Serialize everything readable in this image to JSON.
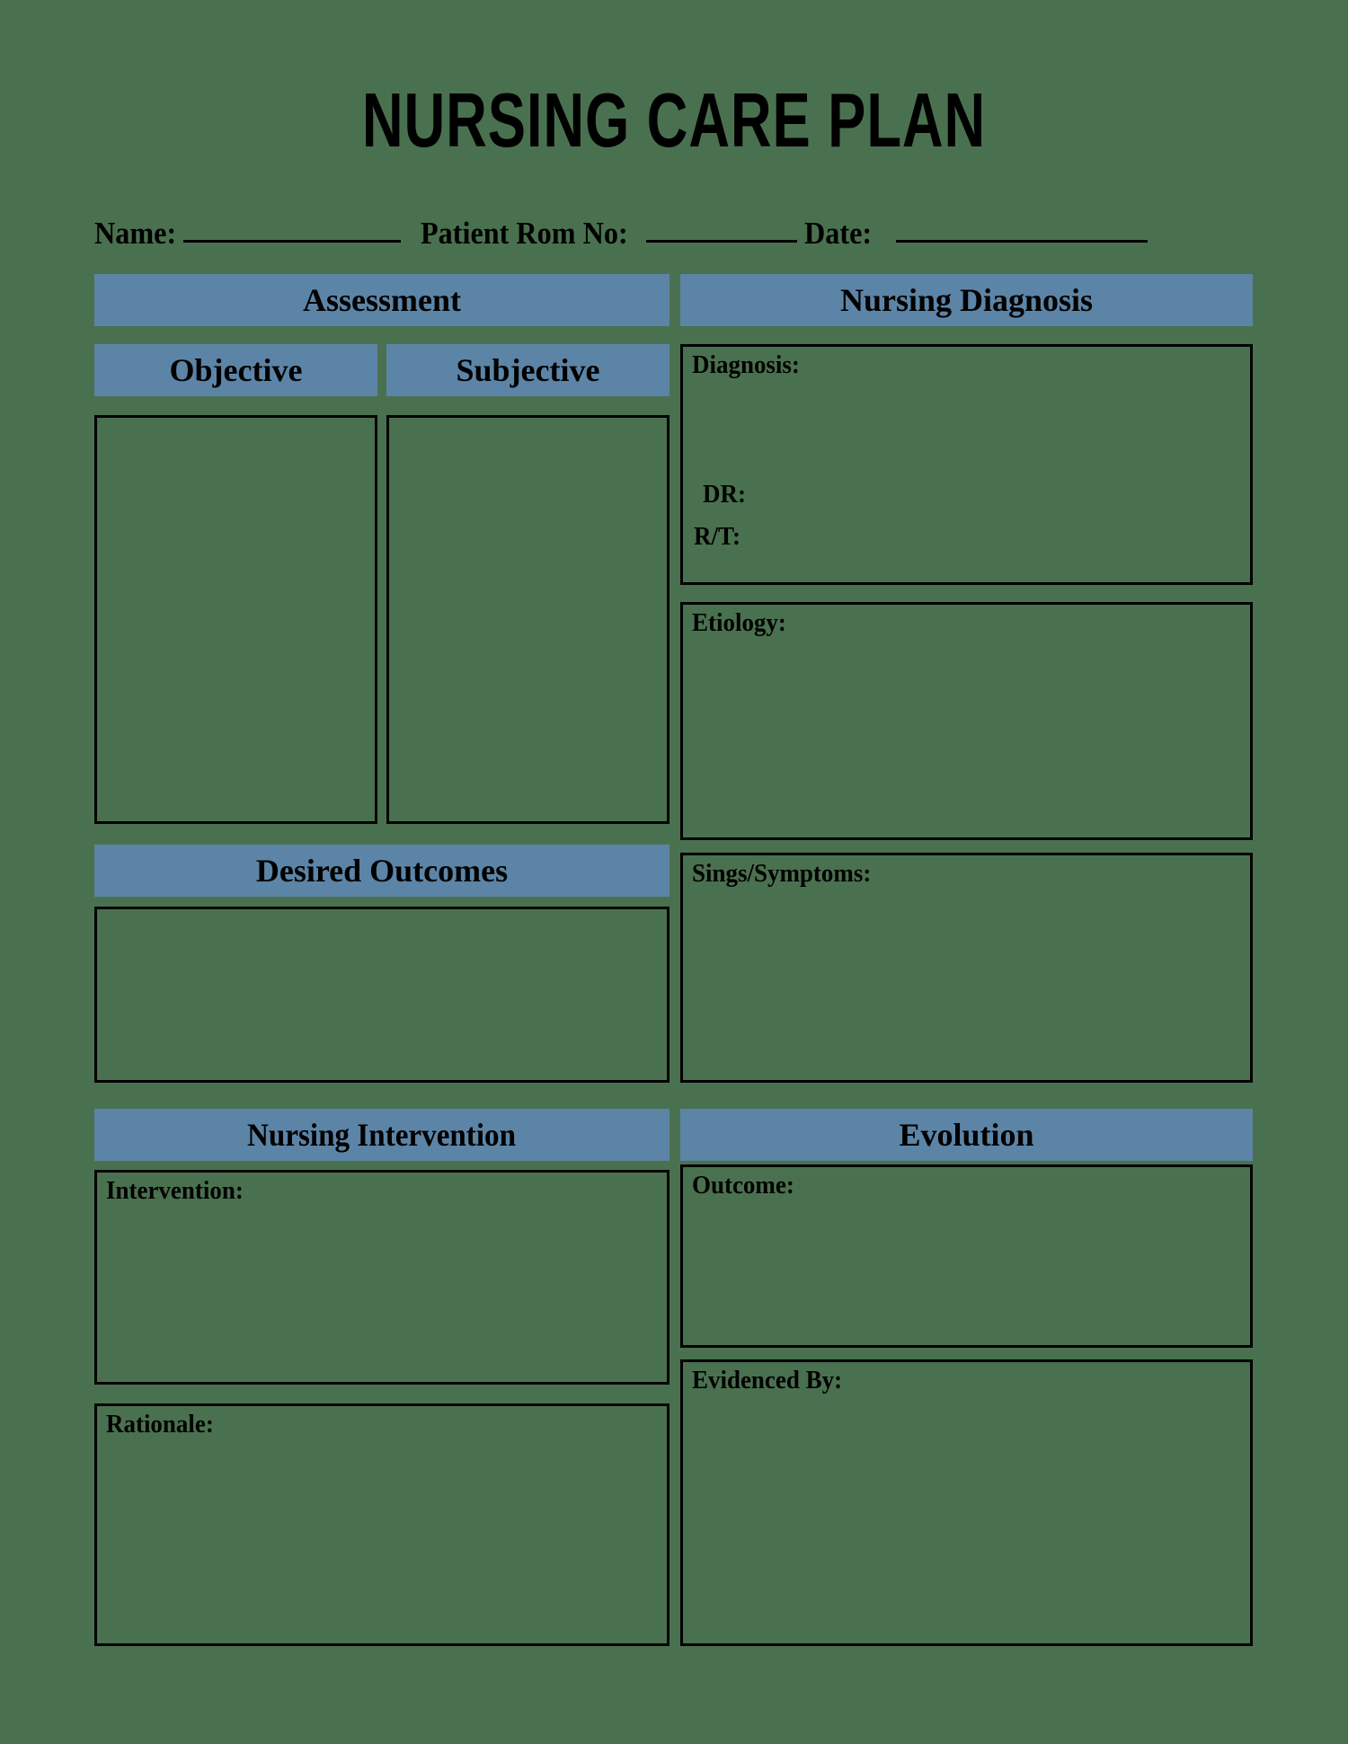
{
  "document": {
    "title": "NURSING CARE PLAN"
  },
  "identification": {
    "name_label": "Name:",
    "room_label": "Patient Rom No:",
    "date_label": "Date:"
  },
  "assessment": {
    "section_title": "Assessment",
    "objective_label": "Objective",
    "subjective_label": "Subjective"
  },
  "desired_outcomes": {
    "section_title": "Desired Outcomes"
  },
  "nursing_diagnosis": {
    "section_title": "Nursing Diagnosis",
    "diagnosis_label": "Diagnosis:",
    "dr_label": "DR:",
    "rt_label": "R/T:",
    "etiology_label": "Etiology:",
    "signs_symptoms_label": "Sings/Symptoms:"
  },
  "nursing_intervention": {
    "section_title": "Nursing Intervention",
    "intervention_label": "Intervention:",
    "rationale_label": "Rationale:"
  },
  "evolution": {
    "section_title": "Evolution",
    "outcome_label": "Outcome:",
    "evidenced_by_label": "Evidenced By:"
  },
  "colors": {
    "background_green": "#4a714f",
    "header_blue": "#5c84a6",
    "ink_black": "#000000"
  }
}
